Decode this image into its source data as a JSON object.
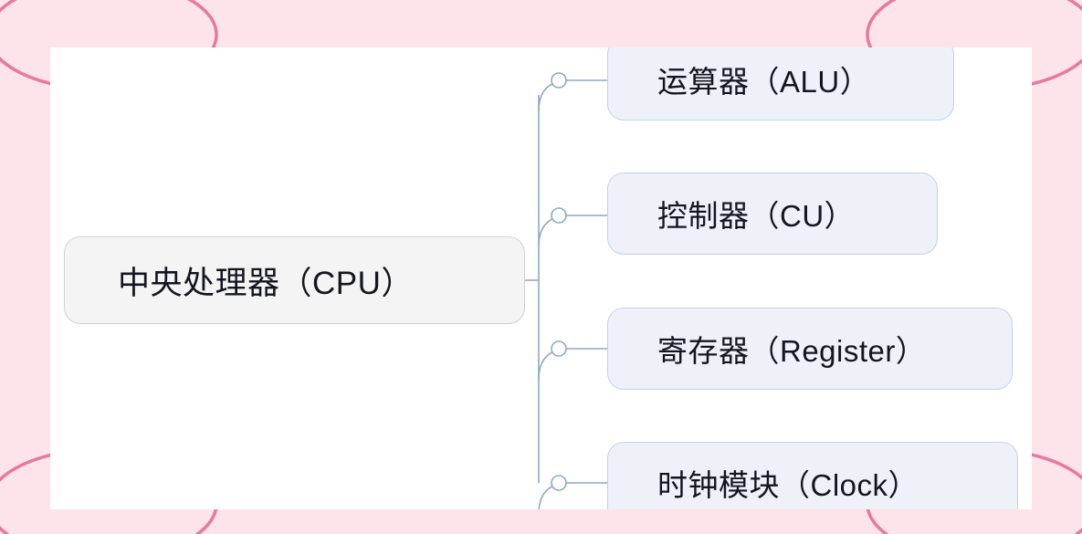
{
  "diagram": {
    "type": "mindmap",
    "title": "中央处理器（CPU）",
    "orientation": "left-to-right",
    "colors": {
      "frame_background": "#fde4ea",
      "frame_accent": "#e8789f",
      "canvas_background": "#ffffff",
      "root_fill": "#f4f4f4",
      "root_border": "#d2d2d2",
      "child_fill": "#eef2f8",
      "child_border": "#c2d2e4",
      "connector": "#8fa9c2",
      "text": "#15151f"
    },
    "root": {
      "label": "中央处理器（CPU）"
    },
    "children": [
      {
        "id": "alu",
        "label": "运算器（ALU）",
        "toggle": "collapse-toggle"
      },
      {
        "id": "cu",
        "label": "控制器（CU）",
        "toggle": "collapse-toggle"
      },
      {
        "id": "register",
        "label": "寄存器（Register）",
        "toggle": "collapse-toggle"
      },
      {
        "id": "clock",
        "label": "时钟模块（Clock）",
        "toggle": "collapse-toggle"
      }
    ]
  }
}
